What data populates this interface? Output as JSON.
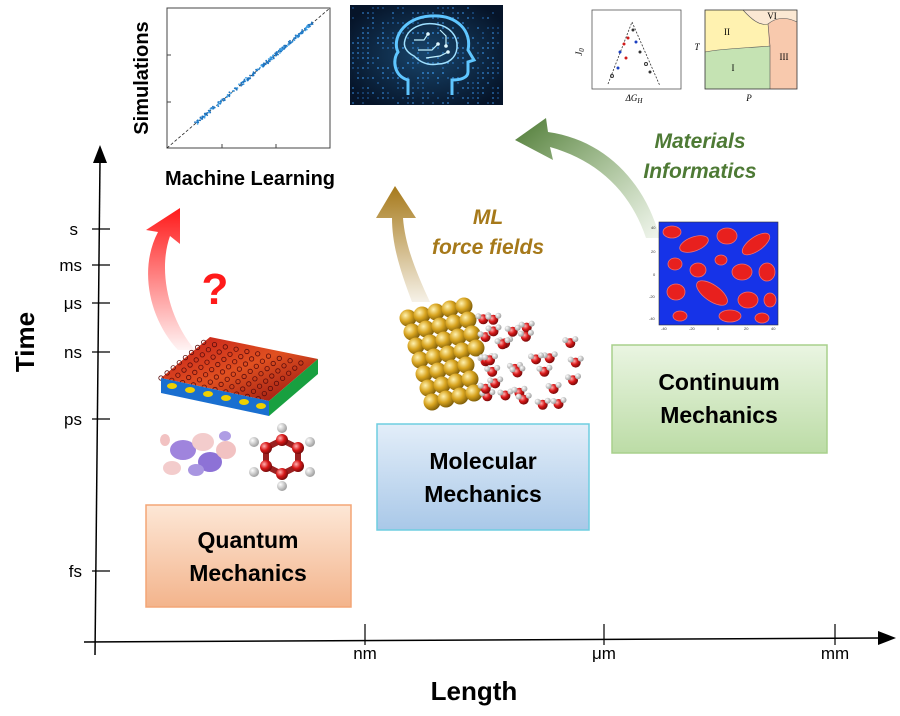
{
  "axes": {
    "y_title": "Time",
    "x_title": "Length",
    "y_ticks": [
      "s",
      "ms",
      "μs",
      "ns",
      "ps",
      "fs"
    ],
    "x_ticks": [
      "nm",
      "μm",
      "mm"
    ]
  },
  "boxes": {
    "quantum": {
      "line1": "Quantum",
      "line2": "Mechanics",
      "color": "#f6c9a8"
    },
    "molecular": {
      "line1": "Molecular",
      "line2": "Mechanics",
      "color": "#c7dbef"
    },
    "continuum": {
      "line1": "Continuum",
      "line2": "Mechanics",
      "color": "#d3e8c4"
    }
  },
  "arrows": {
    "question": {
      "label": "?",
      "color": "#ff1a1a"
    },
    "ml_force_fields": {
      "line1": "ML",
      "line2": "force fields",
      "color": "#a6791a"
    },
    "materials_informatics": {
      "line1": "Materials",
      "line2": "Informatics",
      "color": "#4e7a35"
    }
  },
  "parity_plot": {
    "ylabel": "Simulations",
    "xlabel": "Machine Learning"
  },
  "volcano_plot": {
    "ylabel": "J",
    "ylabel_sub": "0",
    "xlabel": "ΔG",
    "xlabel_sub": "H"
  },
  "phase_diagram": {
    "regions": [
      "I",
      "II",
      "III",
      "VI"
    ],
    "xlabel": "P",
    "ylabel": "T"
  },
  "phase_field": {
    "ticks_x": [
      "-40",
      "-20",
      "0",
      "20",
      "40"
    ],
    "ticks_y": [
      "40",
      "20",
      "0",
      "-20",
      "-40"
    ]
  },
  "colors": {
    "question_red": "#ff1a1a",
    "ml_gold": "#a6791a",
    "informatics_green": "#4e7a35"
  }
}
